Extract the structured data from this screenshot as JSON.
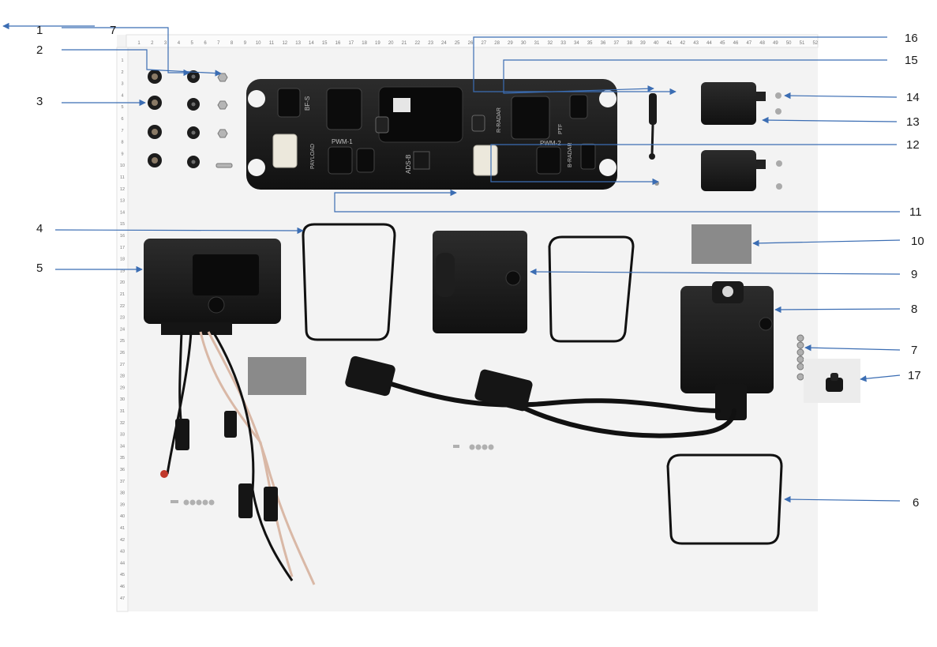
{
  "callouts": [
    {
      "id": "c1",
      "text": "1"
    },
    {
      "id": "c7a",
      "text": "7"
    },
    {
      "id": "c2",
      "text": "2"
    },
    {
      "id": "c3",
      "text": "3"
    },
    {
      "id": "c4",
      "text": "4"
    },
    {
      "id": "c5",
      "text": "5"
    },
    {
      "id": "c16",
      "text": "16"
    },
    {
      "id": "c15",
      "text": "15"
    },
    {
      "id": "c14",
      "text": "14"
    },
    {
      "id": "c13",
      "text": "13"
    },
    {
      "id": "c12",
      "text": "12"
    },
    {
      "id": "c11",
      "text": "11"
    },
    {
      "id": "c10",
      "text": "10"
    },
    {
      "id": "c9",
      "text": "9"
    },
    {
      "id": "c8",
      "text": "8"
    },
    {
      "id": "c7b",
      "text": "7"
    },
    {
      "id": "c17",
      "text": "17"
    },
    {
      "id": "c6",
      "text": "6"
    }
  ],
  "board_labels": {
    "bfs": "BF-S",
    "pwm1": "PWM-1",
    "pwm2": "PWM-2",
    "ads": "ADS-B",
    "rradar": "R-RADAR",
    "bradar": "B-RADAR",
    "ptf": "PTF",
    "payload": "PAYLOAD"
  },
  "ruler": {
    "top": [
      "1",
      "2",
      "3",
      "4",
      "5",
      "6",
      "7",
      "8",
      "9",
      "10",
      "11",
      "12",
      "13",
      "14",
      "15",
      "16",
      "17",
      "18",
      "19",
      "20",
      "21",
      "22",
      "23",
      "24",
      "25",
      "26",
      "27",
      "28",
      "29",
      "30",
      "31",
      "32",
      "33",
      "34",
      "35",
      "36",
      "37",
      "38",
      "39",
      "40",
      "41",
      "42",
      "43",
      "44",
      "45",
      "46",
      "47",
      "48",
      "49",
      "50",
      "51",
      "52"
    ],
    "left": [
      "1",
      "2",
      "3",
      "4",
      "5",
      "6",
      "7",
      "8",
      "9",
      "10",
      "11",
      "12",
      "13",
      "14",
      "15",
      "16",
      "17",
      "18",
      "19",
      "20",
      "21",
      "22",
      "23",
      "24",
      "25",
      "26",
      "27",
      "28",
      "29",
      "30",
      "31",
      "32",
      "33",
      "34",
      "35",
      "36",
      "37",
      "38",
      "39",
      "40",
      "41",
      "42",
      "43",
      "44",
      "45",
      "46",
      "47"
    ]
  },
  "colors": {
    "arrow": "#3b6db3",
    "part": "#1b1b1b",
    "tape": "#8a8a8a"
  }
}
